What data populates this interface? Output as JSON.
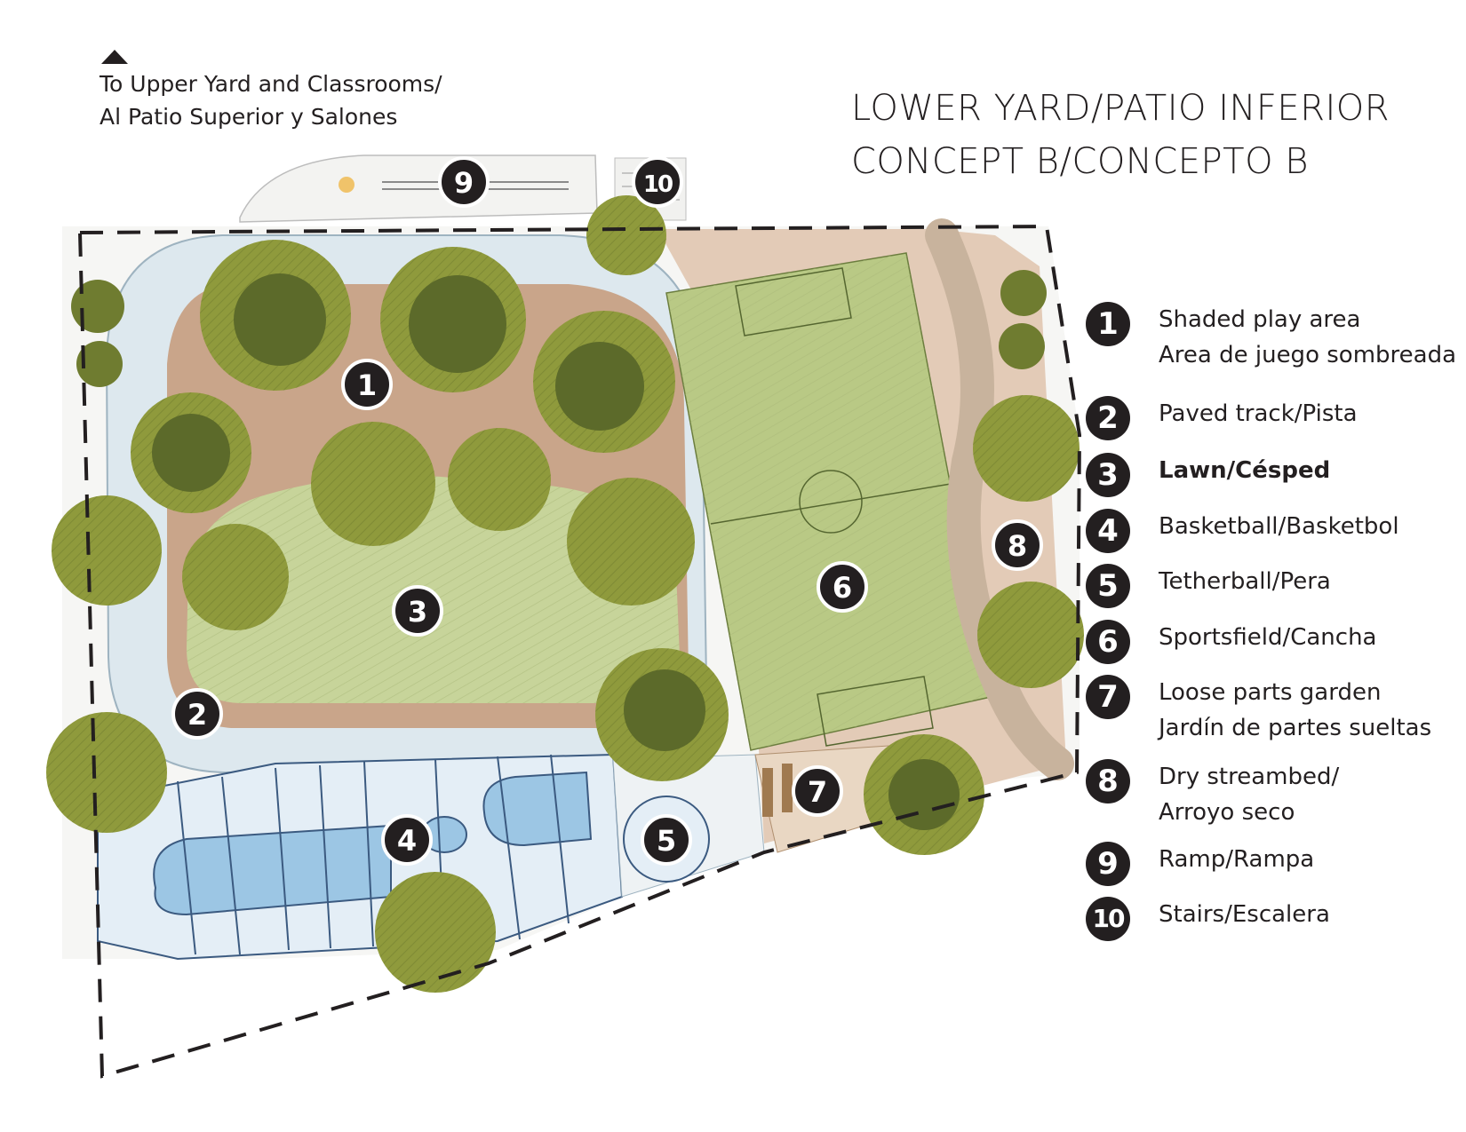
{
  "title": {
    "line1": "LOWER YARD/PATIO INFERIOR",
    "line2": "CONCEPT B/CONCEPTO B"
  },
  "direction_note": {
    "line1": "To Upper Yard and Classrooms/",
    "line2": "Al Patio Superior y Salones"
  },
  "legend": [
    {
      "num": "1",
      "line1": "Shaded play area",
      "line2": "Area de juego sombreada"
    },
    {
      "num": "2",
      "line1": "Paved track/Pista"
    },
    {
      "num": "3",
      "line1": "Lawn/Césped"
    },
    {
      "num": "4",
      "line1": "Basketball/Basketbol"
    },
    {
      "num": "5",
      "line1": "Tetherball/Pera"
    },
    {
      "num": "6",
      "line1": "Sportsfield/Cancha"
    },
    {
      "num": "7",
      "line1": "Loose parts garden",
      "line2": "Jardín de partes sueltas"
    },
    {
      "num": "8",
      "line1": "Dry streambed/",
      "line2": "Arroyo seco"
    },
    {
      "num": "9",
      "line1": "Ramp/Rampa"
    },
    {
      "num": "10",
      "line1": "Stairs/Escalera"
    }
  ],
  "colors": {
    "lawn": "#c7d49a",
    "field": "#b9c985",
    "track": "#dde8ee",
    "court": "#e4eef6",
    "court_key": "#9cc6e4",
    "dirt": "#c9a58a",
    "tree": "#8f9a3c",
    "tree_dark": "#5c6a2a",
    "ink": "#231f20"
  }
}
